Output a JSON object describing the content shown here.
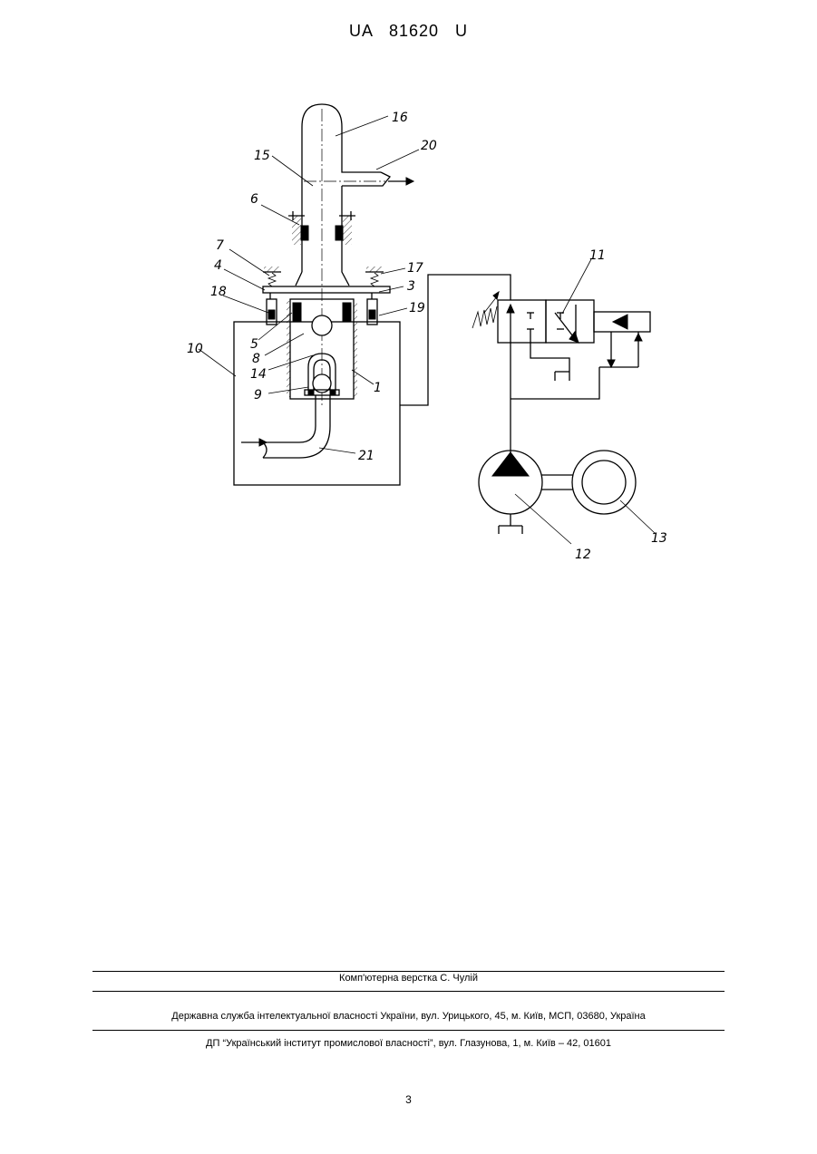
{
  "header": {
    "doc_id": "UA   81620   U"
  },
  "figure": {
    "labels": [
      "1",
      "3",
      "4",
      "5",
      "6",
      "7",
      "8",
      "9",
      "10",
      "11",
      "12",
      "13",
      "14",
      "15",
      "16",
      "17",
      "18",
      "19",
      "20",
      "21"
    ]
  },
  "footer": {
    "layout_credit": "Комп'ютерна верстка С. Чулій",
    "agency": "Державна служба інтелектуальної власності України, вул. Урицького, 45, м. Київ, МСП, 03680, Україна",
    "institute": "ДП “Український інститут промислової власності”, вул. Глазунова, 1, м. Київ – 42, 01601"
  },
  "page_number": "3"
}
